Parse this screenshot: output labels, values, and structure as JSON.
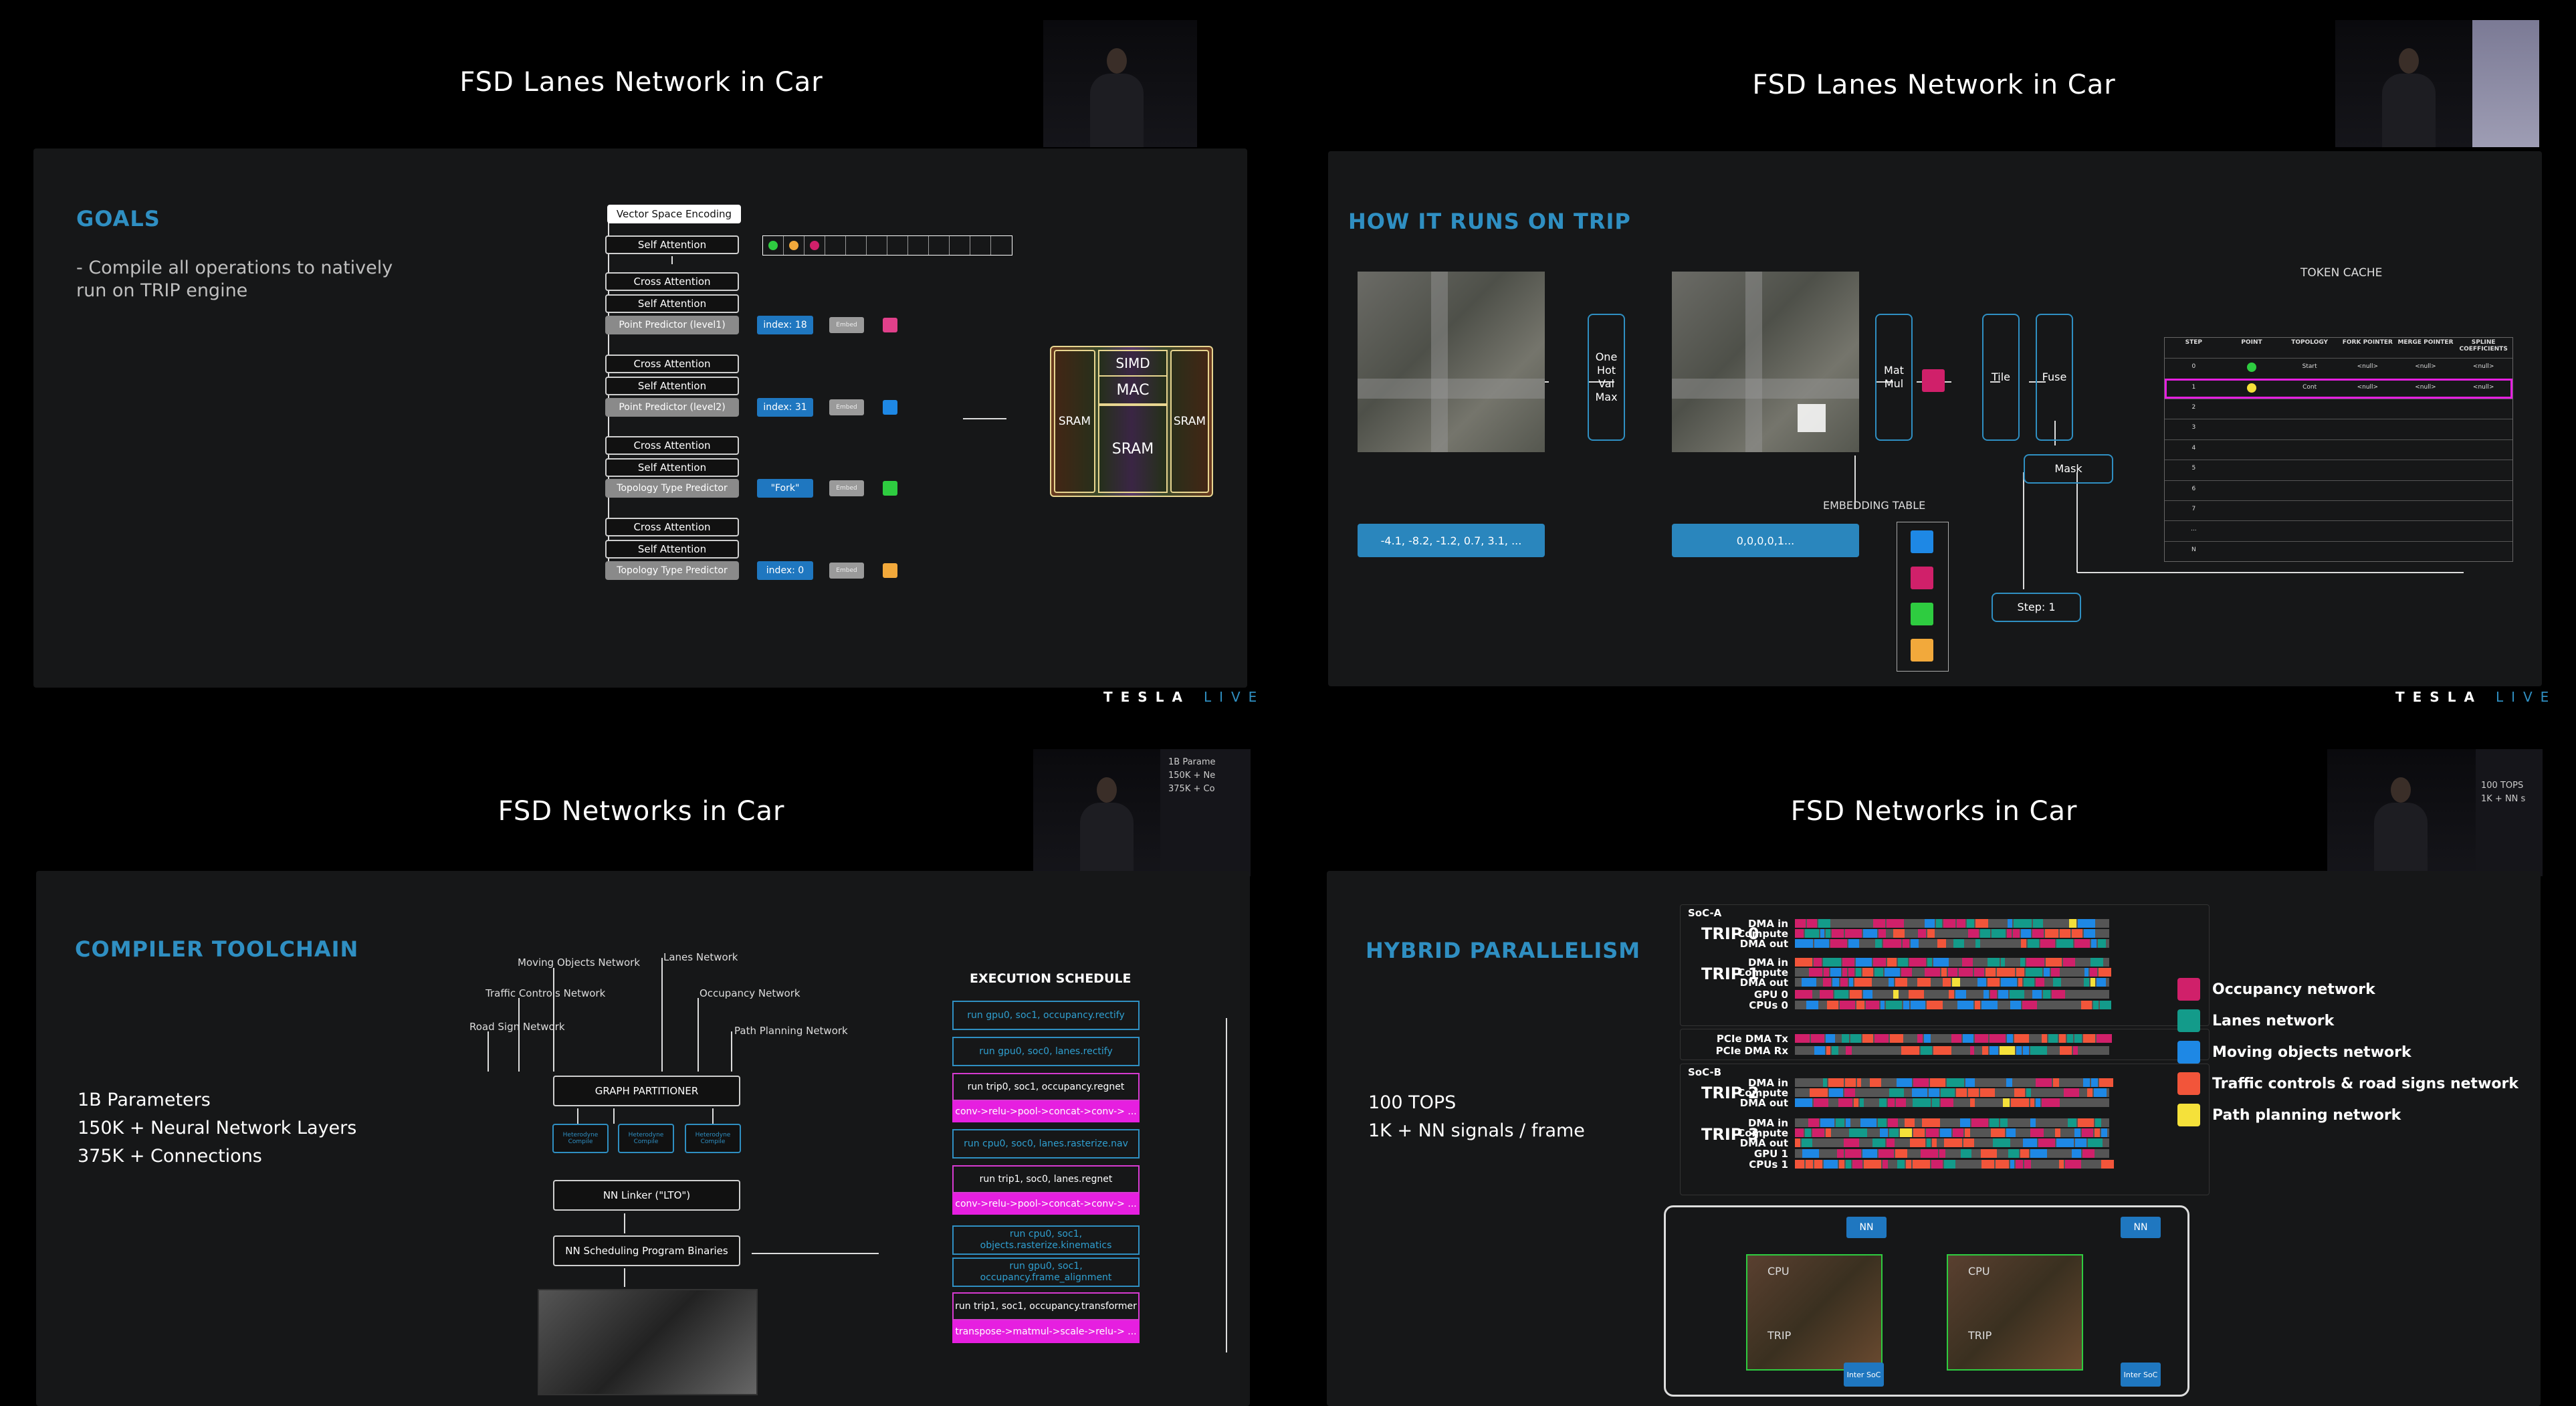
{
  "branding": {
    "tesla": "TESLA",
    "live": "LIVE"
  },
  "q1": {
    "title": "FSD Lanes Network in Car",
    "section": "GOALS",
    "goal_text_line1": "- Compile all operations to natively",
    "goal_text_line2": "run on TRIP engine",
    "vse": "Vector Space Encoding",
    "layers": [
      "Self Attention",
      "Cross Attention",
      "Self Attention",
      "Point Predictor (level1)",
      "Cross Attention",
      "Self Attention",
      "Point Predictor (level2)",
      "Cross Attention",
      "Self Attention",
      "Topology Type Predictor",
      "Cross Attention",
      "Self Attention",
      "Topology Type Predictor"
    ],
    "index_labels": [
      "index: 18",
      "index: 31",
      "\"Fork\"",
      "index: 0"
    ],
    "embed_label": "Embed",
    "chip": {
      "simd": "SIMD",
      "mac": "MAC",
      "sram": "SRAM"
    }
  },
  "q2": {
    "title": "FSD Lanes Network in Car",
    "section": "HOW IT RUNS ON TRIP",
    "one_hot": "One Hot Val Max",
    "matmul": "Mat Mul",
    "tile": "Tile",
    "fuse": "Fuse",
    "mask": "Mask",
    "step": "Step: 1",
    "vector1": "-4.1, -8.2, -1.2, 0.7, 3.1, ...",
    "vector2": "0,0,0,0,1...",
    "embedding_table": "EMBEDDING TABLE",
    "token_cache": "TOKEN CACHE",
    "cache_headers": [
      "STEP",
      "POINT",
      "TOPOLOGY",
      "FORK POINTER",
      "MERGE POINTER",
      "SPLINE COEFFICIENTS"
    ],
    "cache_rows": [
      [
        "0",
        "",
        "Start",
        "<null>",
        "<null>",
        "<null>"
      ],
      [
        "1",
        "",
        "Cont",
        "<null>",
        "<null>",
        "<null>"
      ],
      [
        "2",
        "",
        "",
        "",
        "",
        ""
      ],
      [
        "3",
        "",
        "",
        "",
        "",
        ""
      ],
      [
        "4",
        "",
        "",
        "",
        "",
        ""
      ],
      [
        "5",
        "",
        "",
        "",
        "",
        ""
      ],
      [
        "6",
        "",
        "",
        "",
        "",
        ""
      ],
      [
        "7",
        "",
        "",
        "",
        "",
        ""
      ],
      [
        "...",
        "",
        "",
        "",
        "",
        ""
      ],
      [
        "N",
        "",
        "",
        "",
        "",
        ""
      ]
    ]
  },
  "q3": {
    "title": "FSD Networks in Car",
    "section": "COMPILER TOOLCHAIN",
    "stats": [
      "1B Parameters",
      "150K + Neural Network Layers",
      "375K + Connections"
    ],
    "networks": [
      "Moving Objects Network",
      "Lanes Network",
      "Traffic Controls Network",
      "Occupancy Network",
      "Road Sign Network",
      "Path Planning Network"
    ],
    "graph_partitioner": "GRAPH PARTITIONER",
    "sub_box": "Heterodyne Compile",
    "nn_linker": "NN Linker (\"LTO\")",
    "nn_sched": "NN Scheduling Program Binaries",
    "exec_title": "EXECUTION SCHEDULE",
    "schedule": [
      "run gpu0, soc1, occupancy.rectify",
      "run gpu0, soc0, lanes.rectify",
      "run trip0, soc1, occupancy.regnet",
      "conv->relu->pool->concat->conv-> ...",
      "run cpu0, soc0, lanes.rasterize.nav",
      "run trip1, soc0, lanes.regnet",
      "conv->relu->pool->concat->conv-> ...",
      "run cpu0, soc1, objects.rasterize.kinematics",
      "run gpu0, soc1, occupancy.frame_alignment",
      "run trip1, soc1, occupancy.transformer",
      "transpose->matmul->scale->relu-> ..."
    ],
    "side_text": [
      "1B Parame",
      "150K + Ne",
      "375K + Co"
    ]
  },
  "q4": {
    "title": "FSD Networks in Car",
    "section": "HYBRID PARALLELISM",
    "stats": [
      "100 TOPS",
      "1K + NN signals / frame"
    ],
    "side_text": [
      "100 TOPS",
      "1K + NN s"
    ],
    "soca": "SoC-A",
    "socb": "SoC-B",
    "trips": [
      "TRIP 0",
      "TRIP 1",
      "TRIP 2",
      "TRIP 3"
    ],
    "row_labels": [
      "DMA in",
      "Compute",
      "DMA out"
    ],
    "gpu_rows_a": [
      "GPU 0",
      "CPUs 0"
    ],
    "gpu_rows_b": [
      "GPU 1",
      "CPUs 1"
    ],
    "pcie": [
      "PCIe DMA Tx",
      "PCIe DMA Rx"
    ],
    "legend": [
      {
        "label": "Occupancy network",
        "color": "#d0206a"
      },
      {
        "label": "Lanes network",
        "color": "#139b8a"
      },
      {
        "label": "Moving objects network",
        "color": "#1e88e5"
      },
      {
        "label": "Traffic controls & road signs network",
        "color": "#f2553a"
      },
      {
        "label": "Path planning network",
        "color": "#f5e13a"
      }
    ],
    "nn": "NN",
    "inter_soc": "Inter SoC",
    "trip_chip": "TRIP",
    "cpu_chip": "CPU"
  }
}
